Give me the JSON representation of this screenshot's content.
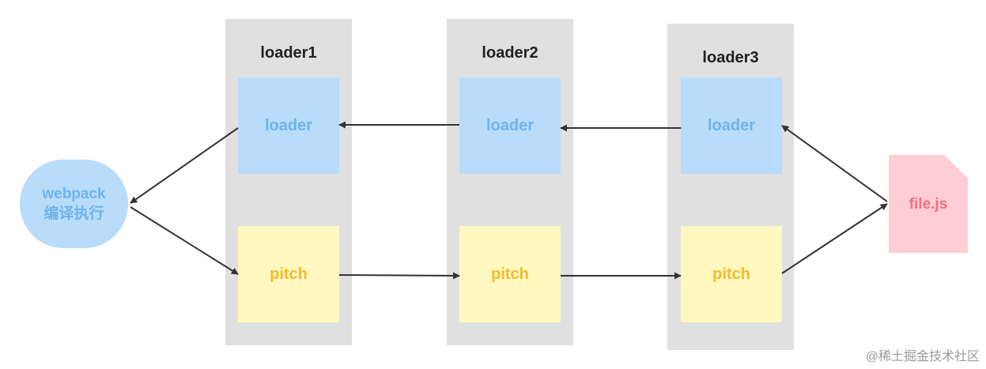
{
  "source": {
    "line1": "webpack",
    "line2": "编译执行"
  },
  "columns": [
    {
      "title": "loader1",
      "loader_label": "loader",
      "pitch_label": "pitch"
    },
    {
      "title": "loader2",
      "loader_label": "loader",
      "pitch_label": "pitch"
    },
    {
      "title": "loader3",
      "loader_label": "loader",
      "pitch_label": "pitch"
    }
  ],
  "file": {
    "label": "file.js"
  },
  "watermark": "@稀土掘金技术社区",
  "colors": {
    "column_bg": "#e0e0e0",
    "loader_fill": "#b8dcfa",
    "loader_text": "#6fb3ee",
    "pitch_fill": "#fff8c0",
    "pitch_text": "#f2bb2c",
    "file_fill": "#ffcdd4",
    "file_text": "#ef6f7f",
    "arrow": "#333333"
  }
}
